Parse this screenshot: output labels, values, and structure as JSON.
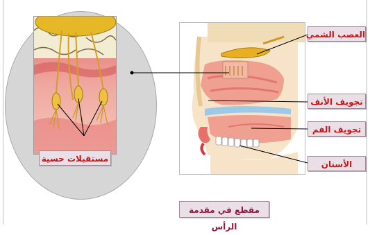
{
  "labels": {
    "olfactory_nerve": "العصب الشمي",
    "nasal_cavity": "تجويف الأنف",
    "oral_cavity": "تجويف الفم",
    "teeth": "الأسنان",
    "sensory_receptors": "مستقبلات حسية"
  },
  "caption": "مقطع في مقدمة الرأس",
  "colors": {
    "label_text": "#c21818",
    "caption_text": "#8e1a3c",
    "label_bg": "#eadfe6",
    "tissue": "#f0a090",
    "nerve": "#e8b020"
  }
}
